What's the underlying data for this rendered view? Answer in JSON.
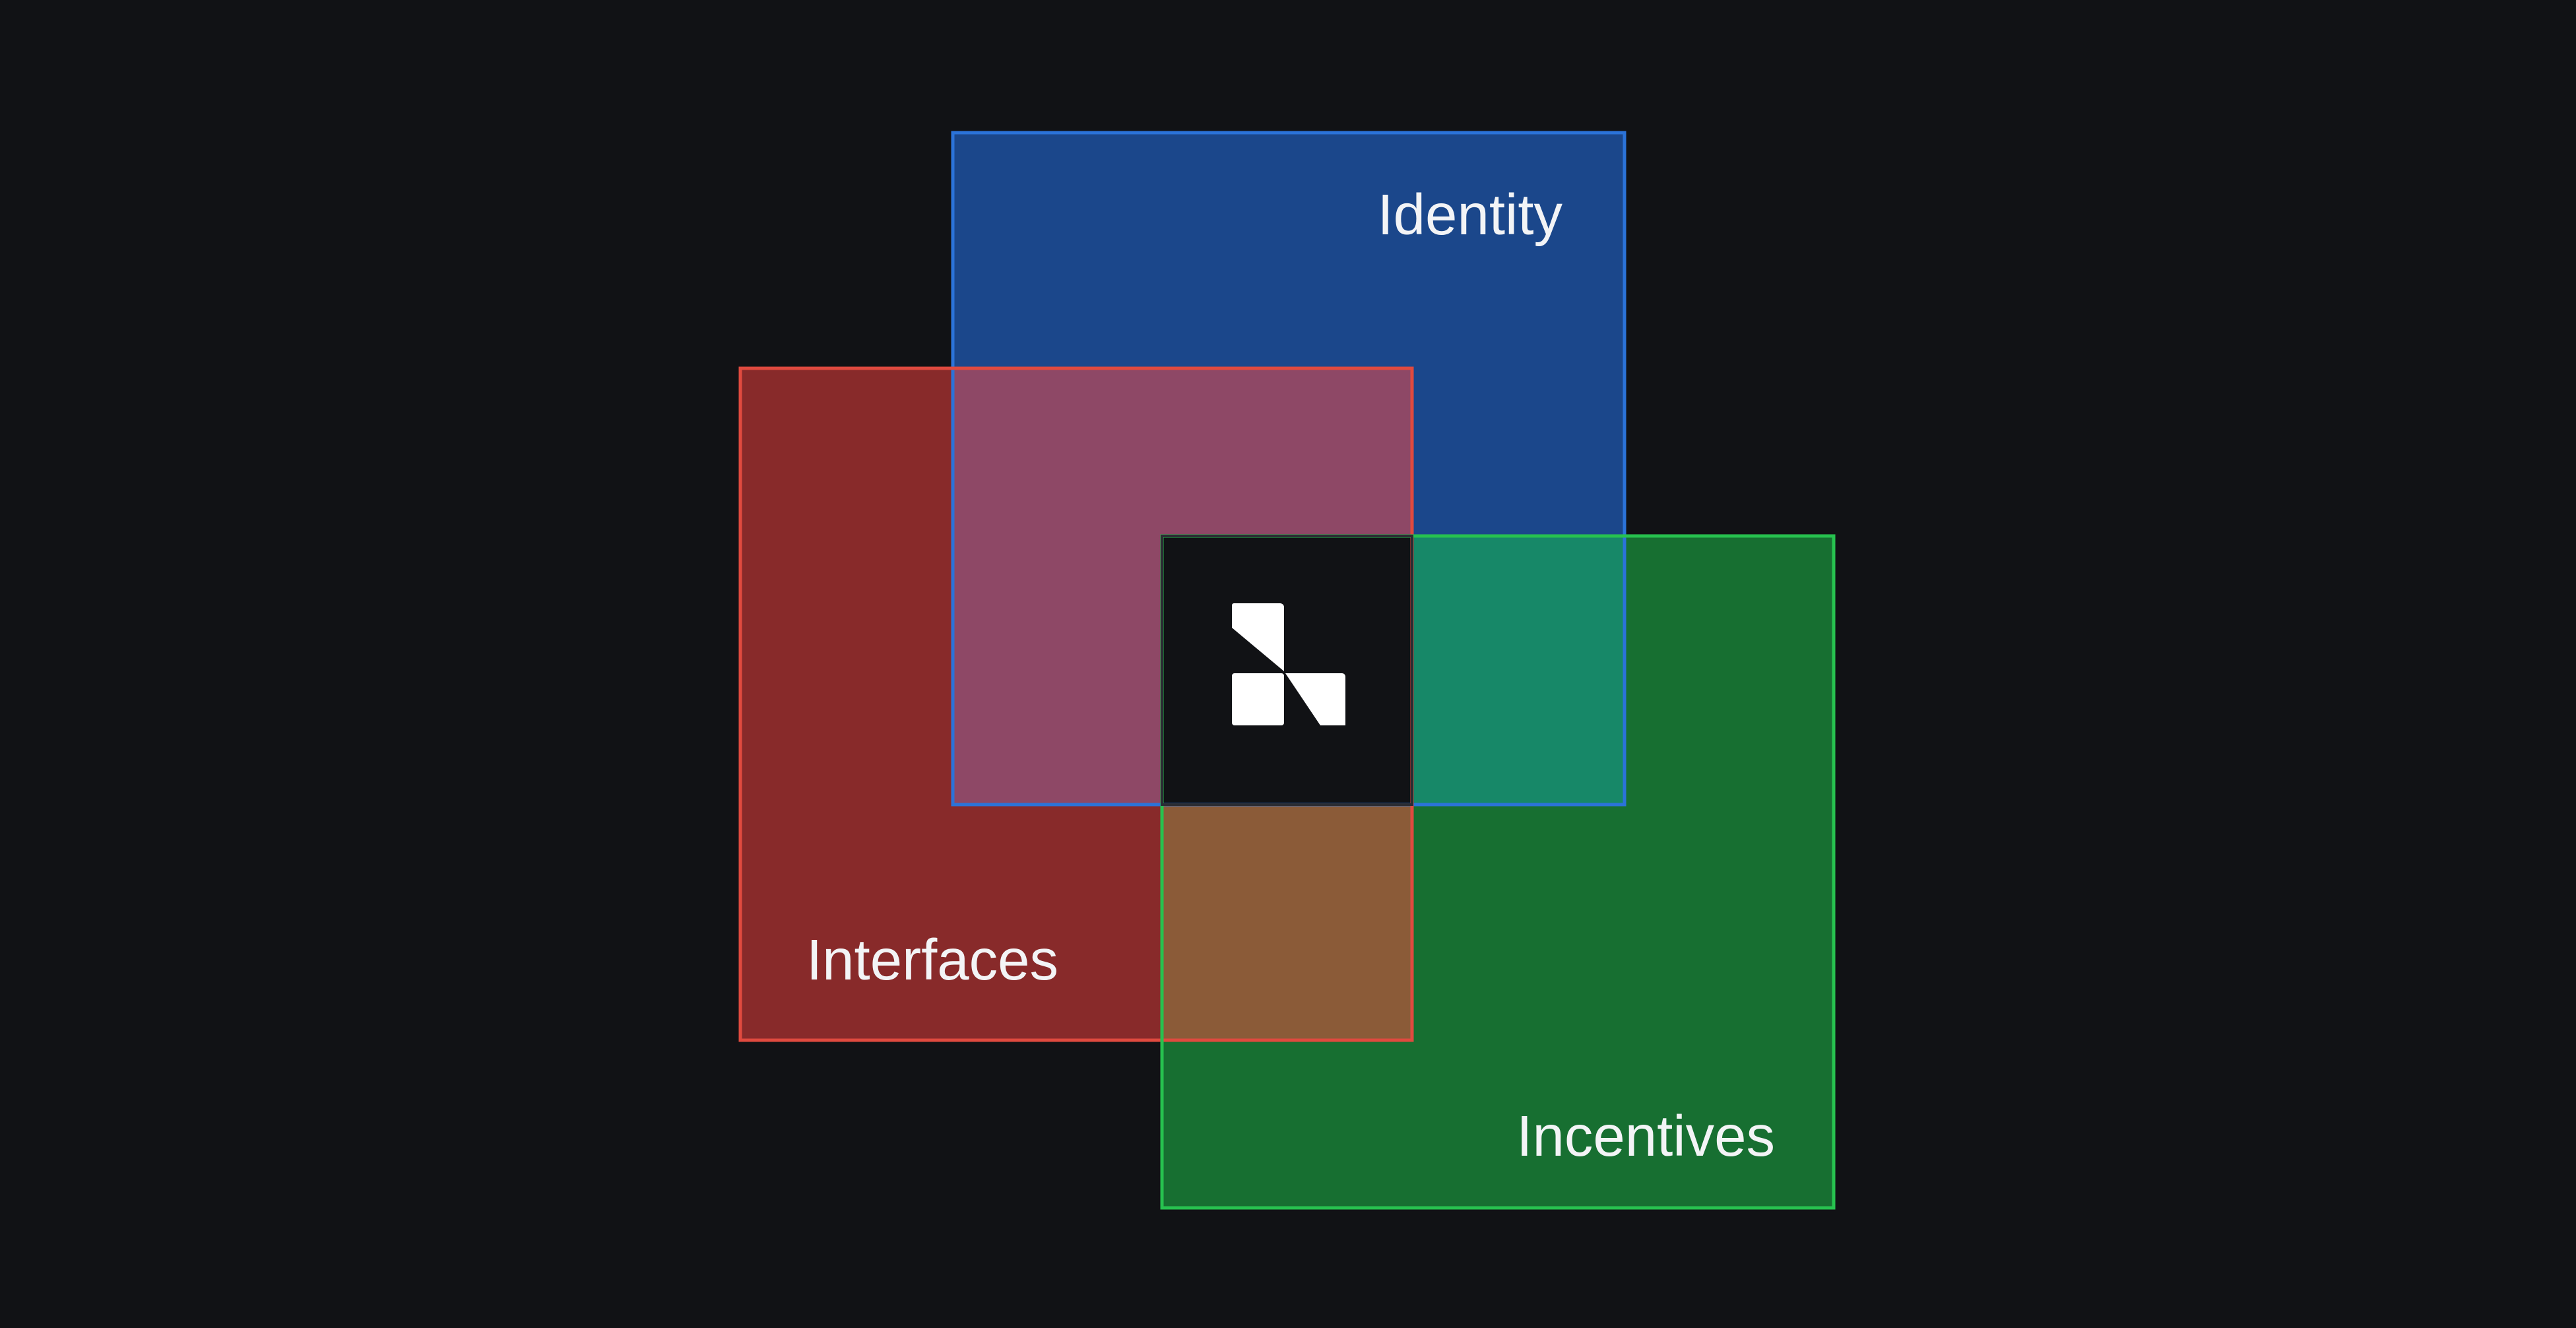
{
  "diagram": {
    "sets": [
      {
        "id": "identity",
        "label": "Identity",
        "color": "#1b478b",
        "border": "#2b73d9"
      },
      {
        "id": "interfaces",
        "label": "Interfaces",
        "color": "#882a2a",
        "border": "#e04a3f"
      },
      {
        "id": "incentives",
        "label": "Incentives",
        "color": "#176f31",
        "border": "#27c24f"
      }
    ],
    "overlaps": {
      "identity_interfaces": "#8e4866",
      "identity_incentives": "#178868",
      "interfaces_incentives": "#8b5b38",
      "center": "#111215"
    },
    "background": "#111215",
    "center_logo": "logo-icon"
  }
}
